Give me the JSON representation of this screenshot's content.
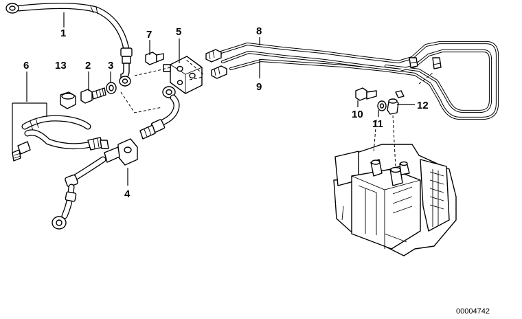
{
  "diagram": {
    "callouts": [
      {
        "id": "1",
        "label": "1"
      },
      {
        "id": "2",
        "label": "2"
      },
      {
        "id": "3",
        "label": "3"
      },
      {
        "id": "4",
        "label": "4"
      },
      {
        "id": "5",
        "label": "5"
      },
      {
        "id": "6",
        "label": "6"
      },
      {
        "id": "7",
        "label": "7"
      },
      {
        "id": "8",
        "label": "8"
      },
      {
        "id": "9",
        "label": "9"
      },
      {
        "id": "10",
        "label": "10"
      },
      {
        "id": "11",
        "label": "11"
      },
      {
        "id": "12",
        "label": "12"
      },
      {
        "id": "13",
        "label": "13"
      }
    ],
    "reference_number": "00004742",
    "colors": {
      "ink": "#000000",
      "paper": "#ffffff"
    }
  }
}
